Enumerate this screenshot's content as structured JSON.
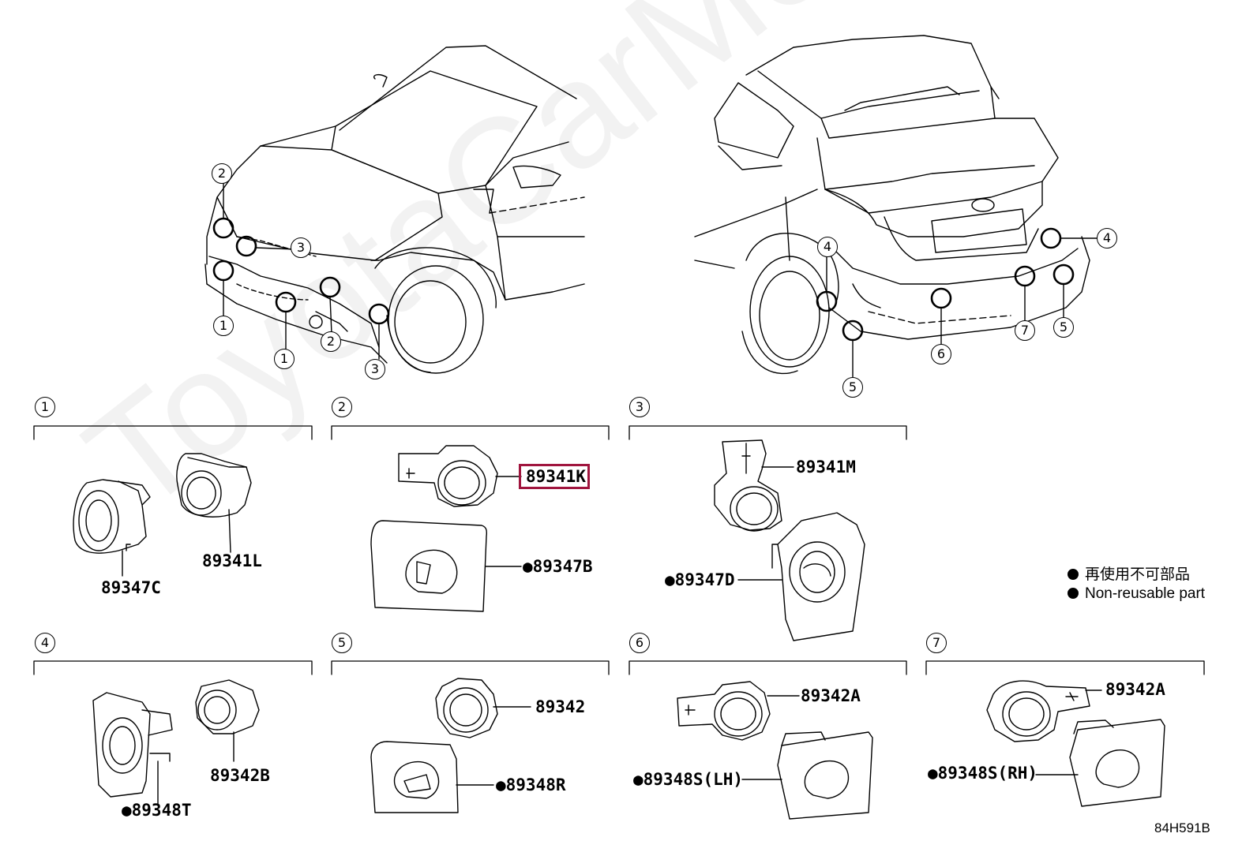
{
  "watermark": "ToyotaCarMen.ru",
  "legend": {
    "line1": "再使用不可部品",
    "line2": "Non-reusable part"
  },
  "drawing_code": "84H591B",
  "front_callouts": [
    "2",
    "3",
    "1",
    "1",
    "2",
    "3"
  ],
  "rear_callouts": [
    "4",
    "4",
    "5",
    "6",
    "7",
    "5"
  ],
  "groups": [
    {
      "id": "1",
      "parts": [
        "89347C",
        "89341L"
      ]
    },
    {
      "id": "2",
      "parts": [
        "89341K",
        "●89347B"
      ]
    },
    {
      "id": "3",
      "parts": [
        "89341M",
        "●89347D"
      ]
    },
    {
      "id": "4",
      "parts": [
        "89342B",
        "●89348T"
      ]
    },
    {
      "id": "5",
      "parts": [
        "89342",
        "●89348R"
      ]
    },
    {
      "id": "6",
      "parts": [
        "89342A",
        "●89348S(LH)"
      ]
    },
    {
      "id": "7",
      "parts": [
        "89342A",
        "●89348S(RH)"
      ]
    }
  ],
  "highlighted_part": "89341K"
}
